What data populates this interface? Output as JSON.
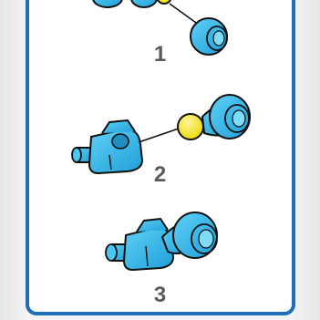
{
  "steps": [
    {
      "number": "1"
    },
    {
      "number": "2"
    },
    {
      "number": "3"
    }
  ],
  "colors": {
    "part_blue": "#2fb3e6",
    "part_blue_dark": "#1f8fc2",
    "ball_yellow": "#f2e41a",
    "outline": "#111111",
    "frame_border": "#1f6fb8",
    "number_gray": "#5a5a5a"
  }
}
